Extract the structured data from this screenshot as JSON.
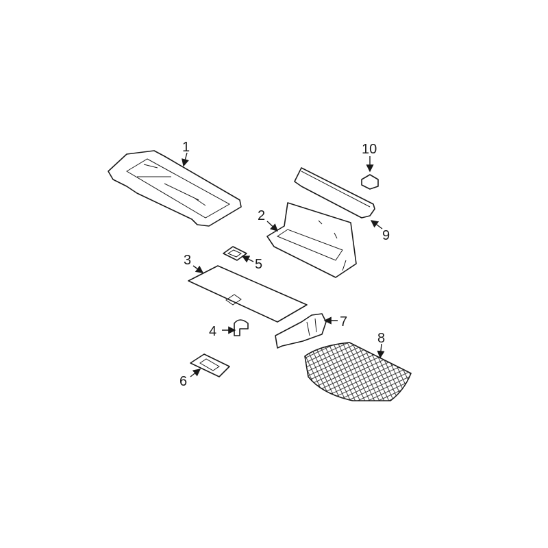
{
  "diagram": {
    "callouts": [
      {
        "id": "1",
        "label": "1"
      },
      {
        "id": "2",
        "label": "2"
      },
      {
        "id": "3",
        "label": "3"
      },
      {
        "id": "4",
        "label": "4"
      },
      {
        "id": "5",
        "label": "5"
      },
      {
        "id": "6",
        "label": "6"
      },
      {
        "id": "7",
        "label": "7"
      },
      {
        "id": "8",
        "label": "8"
      },
      {
        "id": "9",
        "label": "9"
      },
      {
        "id": "10",
        "label": "10"
      }
    ]
  }
}
